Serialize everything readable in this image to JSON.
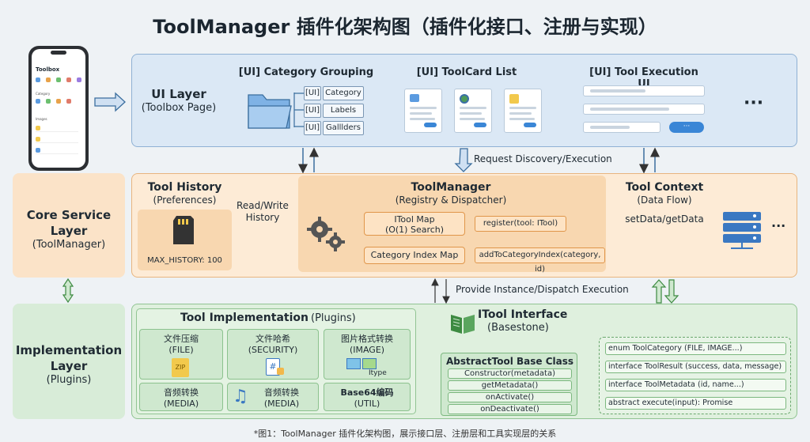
{
  "title": "ToolManager 插件化架构图（插件化接口、注册与实现）",
  "caption": "*图1：ToolManager 插件化架构图，展示接口层、注册层和工具实现层的关系",
  "phone": {
    "app_title": "Toolbox",
    "category_label": "Category",
    "images_label": "Images"
  },
  "ui_layer": {
    "name": "UI Layer",
    "sub": "(Toolbox Page)",
    "category_grouping": {
      "title": "[UI] Category Grouping",
      "tags": [
        [
          "[UI]",
          "Category"
        ],
        [
          "[UI]",
          "Labels"
        ],
        [
          "[UI]",
          "Galllders"
        ]
      ]
    },
    "toolcard_list": {
      "title": "[UI] ToolCard List"
    },
    "execution_ui": {
      "title": "[UI] Tool Execution UI",
      "button": "···"
    },
    "more": "···"
  },
  "core_layer": {
    "name": "Core Service",
    "name2": "Layer",
    "sub": "(ToolManager)",
    "history": {
      "title": "Tool History",
      "sub": "(Preferences)",
      "max": "MAX_HISTORY: 100",
      "rw1": "Read/Write",
      "rw2": "History"
    },
    "manager": {
      "title": "ToolManager",
      "sub": "(Registry & Dispatcher)"
    },
    "itool_map": {
      "line1": "ITool Map",
      "line2": "(O(1) Search)",
      "method": "register(tool: ITool)"
    },
    "category_map": {
      "label": "Category Index Map",
      "method": "addToCategoryIndex(category, id)"
    },
    "context": {
      "title": "Tool Context",
      "sub": "(Data Flow)",
      "flow": "setData/getData",
      "more": "···"
    },
    "request_label": "Request Discovery/Execution",
    "provide_label": "Provide Instance/Dispatch Execution"
  },
  "impl_layer": {
    "name": "Implementation",
    "name2": "Layer",
    "sub": "(Plugins)",
    "tool_impl_title": "Tool Implementation",
    "tool_impl_sub": "(Plugins)",
    "plugins": [
      {
        "name": "文件压缩",
        "type": "(FILE)"
      },
      {
        "name": "文件哈希",
        "type": "(SECURITY)"
      },
      {
        "name": "图片格式转换",
        "type": "(IMAGE)"
      },
      {
        "name": "音频转换",
        "type": "(MEDIA)"
      },
      {
        "name": "音频转换",
        "type": "(MEDIA)"
      },
      {
        "name": "Base64编码",
        "type": "(UTIL)"
      }
    ],
    "zip_label": "ZIP",
    "itype_label": "Itype",
    "itool": {
      "title": "ITool Interface",
      "sub": "(Basestone)"
    },
    "abstract": {
      "title": "AbstractTool Base Class",
      "methods": [
        "Constructor(metadata)",
        "getMetadata()",
        "onActivate()",
        "onDeactivate()"
      ]
    },
    "defs": [
      "enum ToolCategory (FILE, IMAGE...)",
      "interface ToolResult (success, data, message)",
      "interface ToolMetadata (id, name...)",
      "abstract execute(input): Promise"
    ]
  },
  "colors": {
    "ui": "#dbe8f5",
    "core": "#fdebd6",
    "impl": "#dff0de",
    "accent": "#3a86d6"
  }
}
